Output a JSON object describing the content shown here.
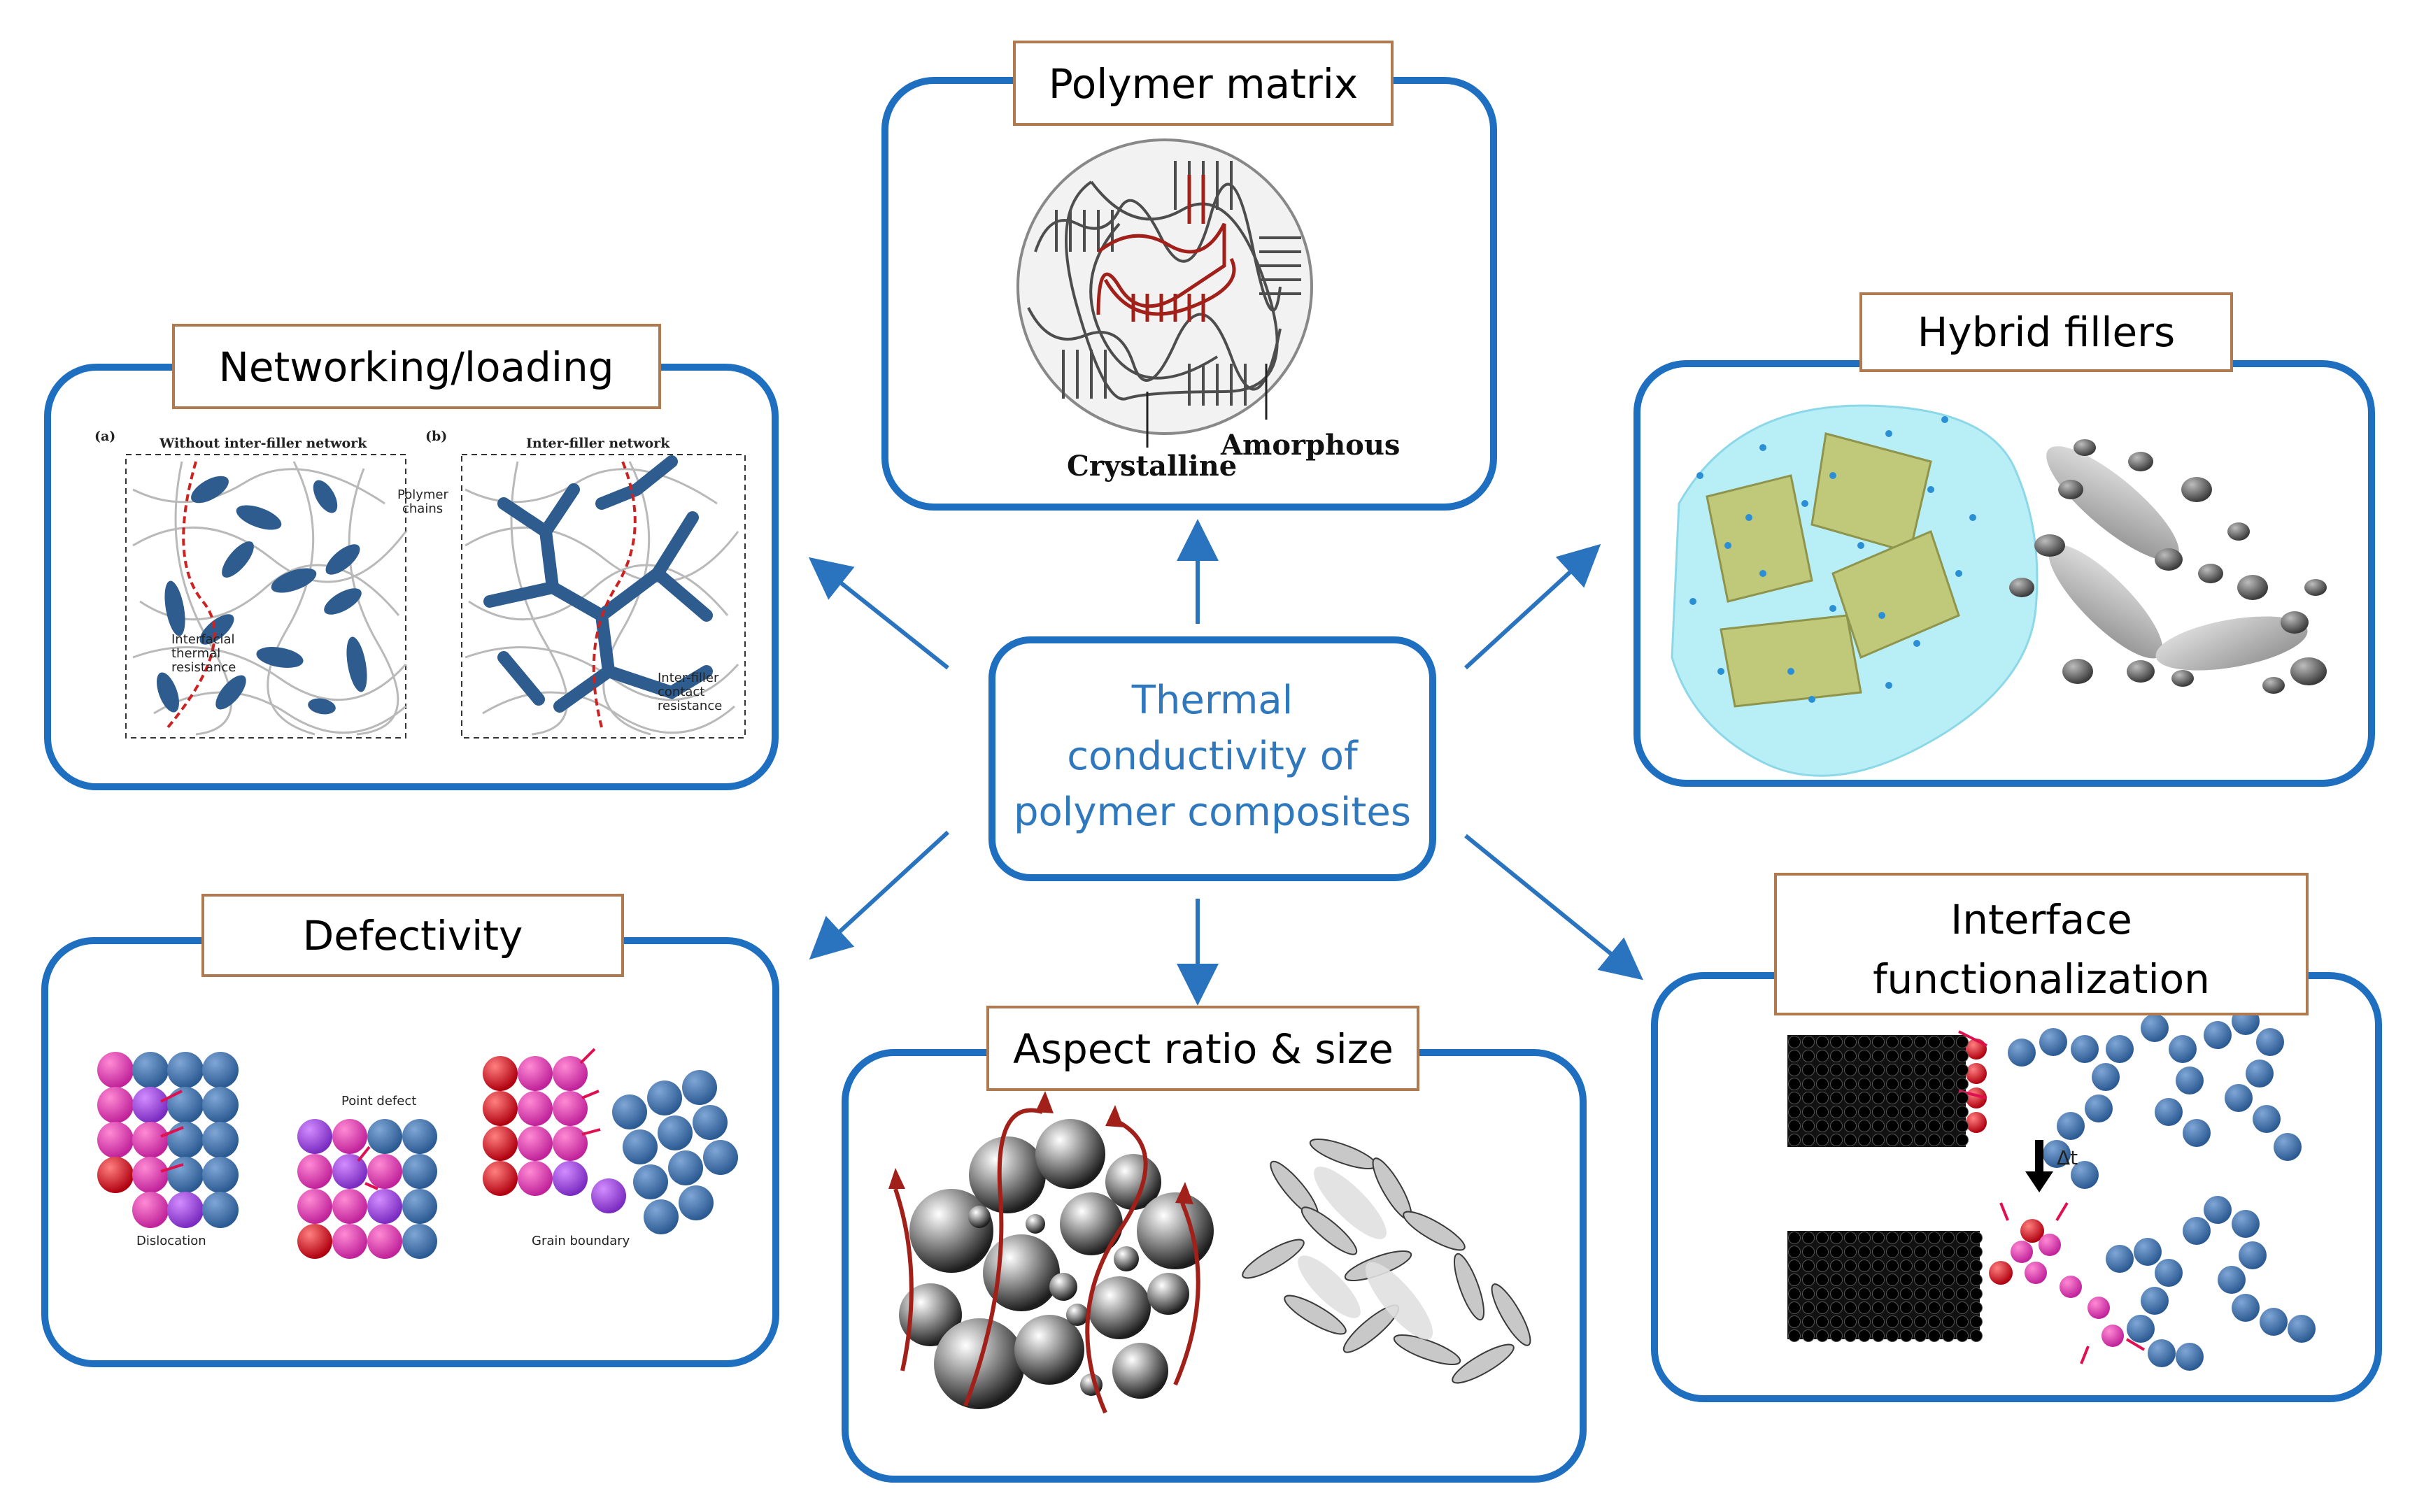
{
  "center": {
    "lines": [
      "Thermal",
      "conductivity of",
      "polymer composites"
    ]
  },
  "boxes": {
    "polymer_matrix": {
      "title": "Polymer matrix",
      "labels": {
        "crystalline": "Crystalline",
        "amorphous": "Amorphous"
      }
    },
    "networking": {
      "title": "Networking/loading",
      "labels": {
        "a": "(a)",
        "b": "(b)",
        "without_network": "Without inter-filler network",
        "with_network": "Inter-filler network",
        "polymer_chains": [
          "Polymer",
          "chains"
        ],
        "interfacial": [
          "Interfacial",
          "thermal",
          "resistance"
        ],
        "contact": [
          "Inter-filler",
          "contact",
          "resistance"
        ]
      }
    },
    "hybrid": {
      "title": "Hybrid fillers"
    },
    "defectivity": {
      "title": "Defectivity",
      "labels": {
        "point_defect": "Point defect",
        "dislocation": "Dislocation",
        "grain_boundary": "Grain boundary"
      }
    },
    "aspect": {
      "title": "Aspect ratio & size"
    },
    "interface": {
      "title_lines": [
        "Interface",
        "functionalization"
      ],
      "labels": {
        "delta_t": "Δt"
      }
    }
  },
  "colors": {
    "box_border": "#1f6fc0",
    "arrow": "#2a74bf",
    "center_text": "#2f78bd",
    "title_border": "#b07a50",
    "filler_blue": "#2e5c8f",
    "heat_red": "#cc2222"
  },
  "icons": {
    "arrows": [
      "arrow-to-polymer-matrix",
      "arrow-to-networking",
      "arrow-to-hybrid",
      "arrow-to-defectivity",
      "arrow-to-aspect",
      "arrow-to-interface"
    ]
  }
}
